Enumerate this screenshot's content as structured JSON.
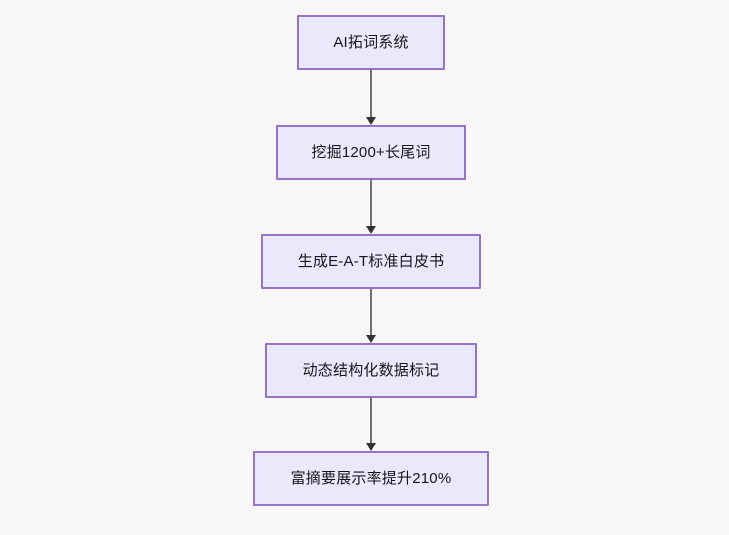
{
  "diagram": {
    "type": "flowchart",
    "direction": "top-to-bottom",
    "background_color": "#f7f7f7",
    "node_fill_color": "#e9e9fb",
    "node_border_color": "#9673c9",
    "node_text_color": "#16161a",
    "connector_color": "#707070",
    "arrowhead_color": "#333333",
    "nodes": [
      {
        "id": "n1",
        "label": "AI拓词系统"
      },
      {
        "id": "n2",
        "label": "挖掘1200+长尾词"
      },
      {
        "id": "n3",
        "label": "生成E-A-T标准白皮书"
      },
      {
        "id": "n4",
        "label": "动态结构化数据标记"
      },
      {
        "id": "n5",
        "label": "富摘要展示率提升210%"
      }
    ],
    "edges": [
      {
        "from": "n1",
        "to": "n2",
        "label": ""
      },
      {
        "from": "n2",
        "to": "n3",
        "label": ""
      },
      {
        "from": "n3",
        "to": "n4",
        "label": ""
      },
      {
        "from": "n4",
        "to": "n5",
        "label": ""
      }
    ]
  }
}
